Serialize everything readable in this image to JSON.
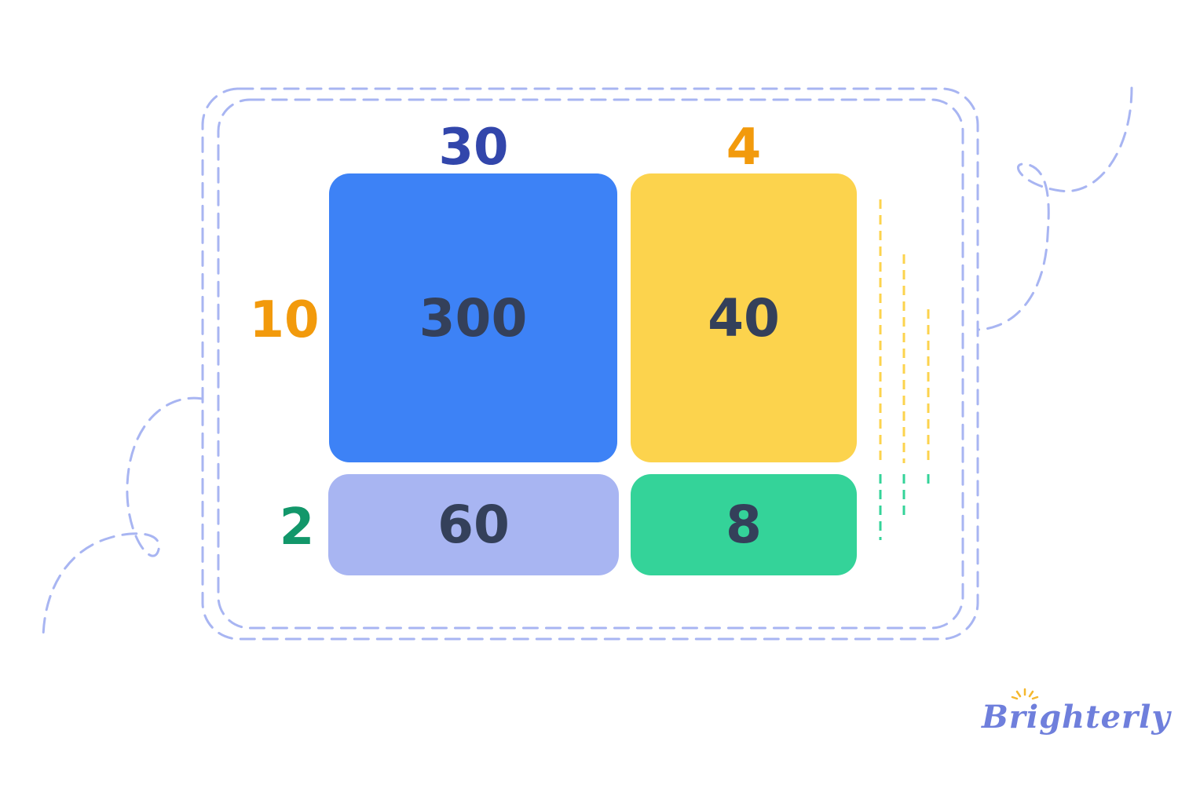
{
  "area_model": {
    "column_labels": [
      "30",
      "4"
    ],
    "row_labels": [
      "10",
      "2"
    ],
    "cells": [
      [
        "300",
        "40"
      ],
      [
        "60",
        "8"
      ]
    ]
  },
  "colors": {
    "label_col_1": "#3246ab",
    "label_col_2": "#f29a0c",
    "label_row_1": "#f29a0c",
    "label_row_2": "#12976a",
    "cell_300": "#3d82f6",
    "cell_40": "#fcd34d",
    "cell_60": "#a8b5f2",
    "cell_8": "#34d399",
    "cell_text": "#34405a",
    "decor_dash": "#a8b5f2"
  },
  "brand": {
    "logo_text": "Brighterly"
  }
}
